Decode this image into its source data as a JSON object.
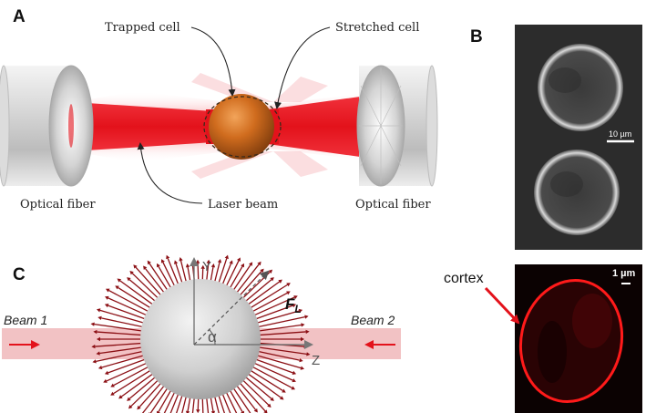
{
  "panels": {
    "a": {
      "letter": "A",
      "trapped_cell": "Trapped cell",
      "stretched_cell": "Stretched cell",
      "laser_beam": "Laser beam",
      "fiber_left": "Optical fiber",
      "fiber_right": "Optical fiber"
    },
    "b": {
      "letter": "B",
      "scale_top": "10 µm",
      "scale_bottom": "1 µm",
      "cortex": "cortex"
    },
    "c": {
      "letter": "C",
      "beam1": "Beam 1",
      "beam2": "Beam 2",
      "axis_y": "Y",
      "axis_z": "Z",
      "angle": "α",
      "force": "F",
      "force_sub": "L"
    }
  },
  "colors": {
    "laser": "#e3121b",
    "cell": "#c8661a",
    "arrow_red": "#8b0f14",
    "beam_pink": "#f2c2c4",
    "micro_bg": "#2a2a2a",
    "fluor_bg": "#0a0202"
  }
}
